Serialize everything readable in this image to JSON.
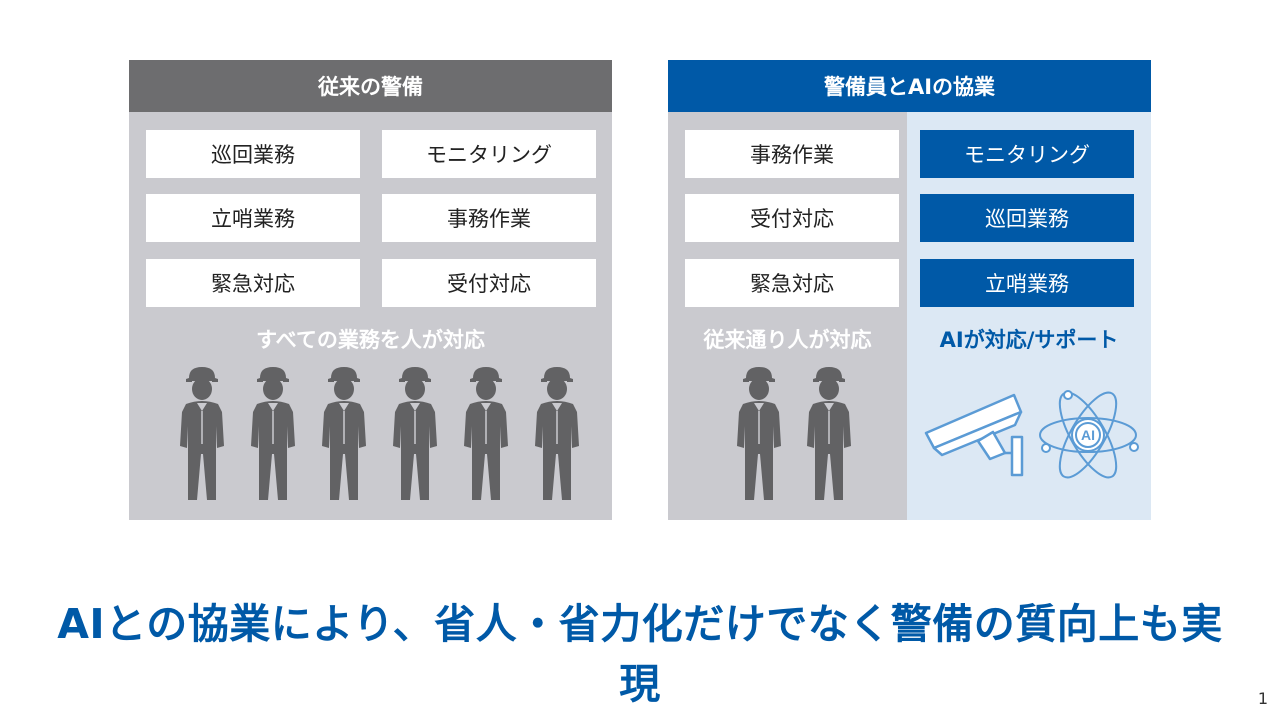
{
  "left_panel": {
    "title": "従来の警備",
    "tasks": [
      "巡回業務",
      "モニタリング",
      "立哨業務",
      "事務作業",
      "緊急対応",
      "受付対応"
    ],
    "caption": "すべての業務を人が対応"
  },
  "right_panel": {
    "title": "警備員とAIの協業",
    "human_tasks": [
      "事務作業",
      "受付対応",
      "緊急対応"
    ],
    "ai_tasks": [
      "モニタリング",
      "巡回業務",
      "立哨業務"
    ],
    "human_caption": "従来通り人が対応",
    "ai_caption": "AIが対応/サポート",
    "ai_icon_label": "AI"
  },
  "slogan": "AIとの協業により、省人・省力化だけでなく警備の質向上も実現",
  "page_number": "1",
  "colors": {
    "primary_blue": "#0059a7",
    "dark_gray": "#6d6d6f",
    "panel_gray": "#cacacf",
    "light_blue": "#dce8f4",
    "guard_gray": "#626264",
    "icon_outline": "#5b9bd5"
  },
  "icons": [
    "security-guard-icon",
    "security-camera-icon",
    "ai-atom-icon"
  ]
}
